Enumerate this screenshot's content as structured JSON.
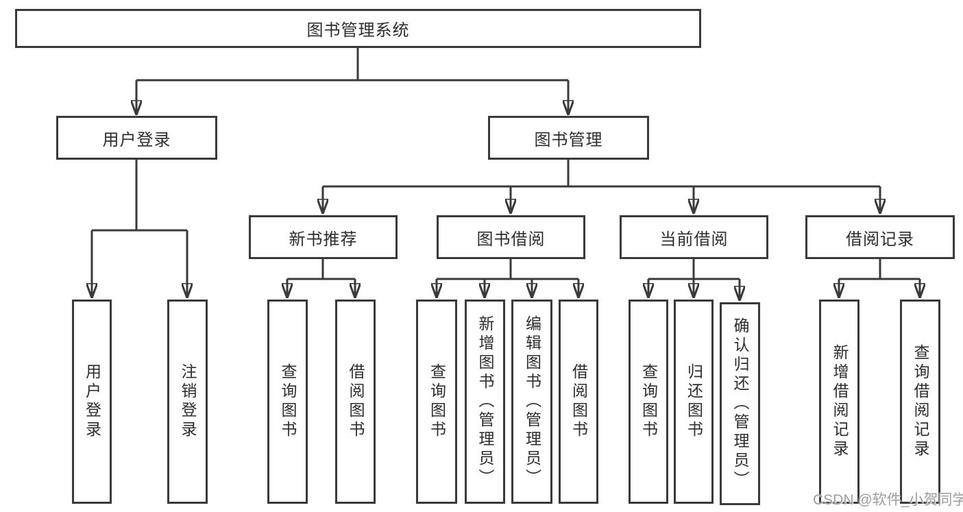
{
  "diagram": {
    "title_node": "图书管理系统",
    "level2": [
      {
        "label": "用户登录"
      },
      {
        "label": "图书管理"
      }
    ],
    "level3": [
      {
        "label": "新书推荐"
      },
      {
        "label": "图书借阅"
      },
      {
        "label": "当前借阅"
      },
      {
        "label": "借阅记录"
      }
    ],
    "leaves": [
      {
        "label": "用户登录"
      },
      {
        "label": "注销登录"
      },
      {
        "label": "查询图书"
      },
      {
        "label": "借阅图书"
      },
      {
        "label": "查询图书"
      },
      {
        "label": "新增图书（管理员）"
      },
      {
        "label": "编辑图书（管理员）"
      },
      {
        "label": "借阅图书"
      },
      {
        "label": "查询图书"
      },
      {
        "label": "归还图书"
      },
      {
        "label": "确认归还（管理员）"
      },
      {
        "label": "新增借阅记录"
      },
      {
        "label": "查询借阅记录"
      }
    ],
    "colors": {
      "line": "#3a3a3a",
      "text": "#2d2d2d",
      "background": "#ffffff",
      "watermark": "#9d9d9d"
    }
  },
  "watermark": {
    "text": "CSDN @软件_小贺同学"
  }
}
